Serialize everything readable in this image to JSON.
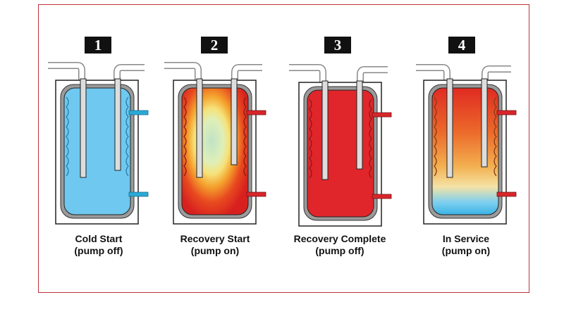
{
  "stages": [
    {
      "number": "1",
      "title": "Cold Start",
      "subtitle": "(pump off)"
    },
    {
      "number": "2",
      "title": "Recovery Start",
      "subtitle": "(pump on)"
    },
    {
      "number": "3",
      "title": "Recovery Complete",
      "subtitle": "(pump off)"
    },
    {
      "number": "4",
      "title": "In Service",
      "subtitle": "(pump on)"
    }
  ],
  "colors": {
    "frame": "#c0333a",
    "cold_water": "#6ec8ef",
    "hot_water": "#e0262b",
    "warm_core": "#c8e6c0",
    "pipe_port_cold": "#29a9d8",
    "pipe_port_hot": "#d7262b"
  }
}
